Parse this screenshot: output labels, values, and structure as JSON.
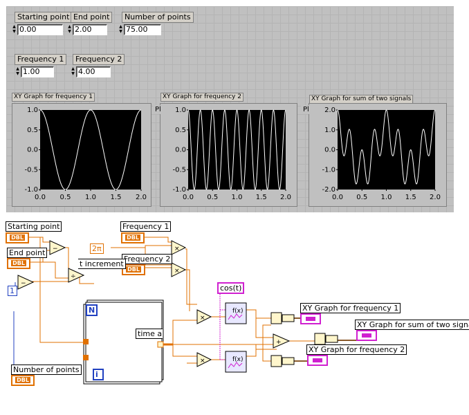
{
  "front_panel": {
    "controls": [
      {
        "label": "Starting point",
        "value": "0.00"
      },
      {
        "label": "End point",
        "value": "2.00"
      },
      {
        "label": "Number of points",
        "value": "75.00"
      },
      {
        "label": "Frequency 1",
        "value": "1.00"
      },
      {
        "label": "Frequency 2",
        "value": "4.00"
      }
    ],
    "graph_titles": [
      "XY Graph for frequency 1",
      "XY Graph for frequency 2",
      "XY Graph for sum of two signals"
    ],
    "plot_legend_stub": "Pl"
  },
  "block_diagram": {
    "terminals": {
      "starting_point": "Starting point",
      "end_point": "End point",
      "frequency1": "Frequency 1",
      "frequency2": "Frequency 2",
      "number_of_points": "Number of points",
      "dbl": "DBL"
    },
    "constants": {
      "two_pi": "2π",
      "one": "1"
    },
    "labels": {
      "increment": "t increment",
      "time_array": "time arr",
      "loop_count": "N",
      "loop_index": "i",
      "formula": "cos(t)",
      "formula_node": "f(x)",
      "out1": "XY Graph for frequency 1",
      "out_sum": "XY Graph for sum of two signals",
      "out2": "XY Graph for frequency 2"
    },
    "colors": {
      "numeric_wire": "#e07000",
      "string_wire": "#d020d0",
      "integer_wire": "#2040c0",
      "cluster_wire": "#8a5a2b"
    }
  },
  "chart_data": [
    {
      "type": "line",
      "title": "XY Graph for frequency 1",
      "x_range": [
        0,
        2
      ],
      "y_range": [
        -1,
        1
      ],
      "x_ticks": [
        "0.0",
        "0.5",
        "1.0",
        "1.5",
        "2.0"
      ],
      "y_ticks": [
        "1.0",
        "0.5",
        "0.0",
        "-0.5",
        "-1.0"
      ],
      "series": [
        {
          "function": "cos(2π·1·t)",
          "frequency": 1,
          "points": 75
        }
      ],
      "background": "#000000",
      "line_color": "#ffffff"
    },
    {
      "type": "line",
      "title": "XY Graph for frequency 2",
      "x_range": [
        0,
        2
      ],
      "y_range": [
        -1,
        1
      ],
      "x_ticks": [
        "0.0",
        "0.5",
        "1.0",
        "1.5",
        "2.0"
      ],
      "y_ticks": [
        "1.0",
        "0.5",
        "0.0",
        "-0.5",
        "-1.0"
      ],
      "series": [
        {
          "function": "cos(2π·4·t)",
          "frequency": 4,
          "points": 75
        }
      ],
      "background": "#000000",
      "line_color": "#ffffff"
    },
    {
      "type": "line",
      "title": "XY Graph for sum of two signals",
      "x_range": [
        0,
        2
      ],
      "y_range": [
        -2,
        2
      ],
      "x_ticks": [
        "0.0",
        "0.5",
        "1.0",
        "1.5",
        "2.0"
      ],
      "y_ticks": [
        "2.0",
        "1.0",
        "0.0",
        "-1.0",
        "-2.0"
      ],
      "series": [
        {
          "function": "cos(2π·1·t)+cos(2π·4·t)",
          "frequencies": [
            1,
            4
          ],
          "points": 75
        }
      ],
      "background": "#000000",
      "line_color": "#ffffff"
    }
  ]
}
